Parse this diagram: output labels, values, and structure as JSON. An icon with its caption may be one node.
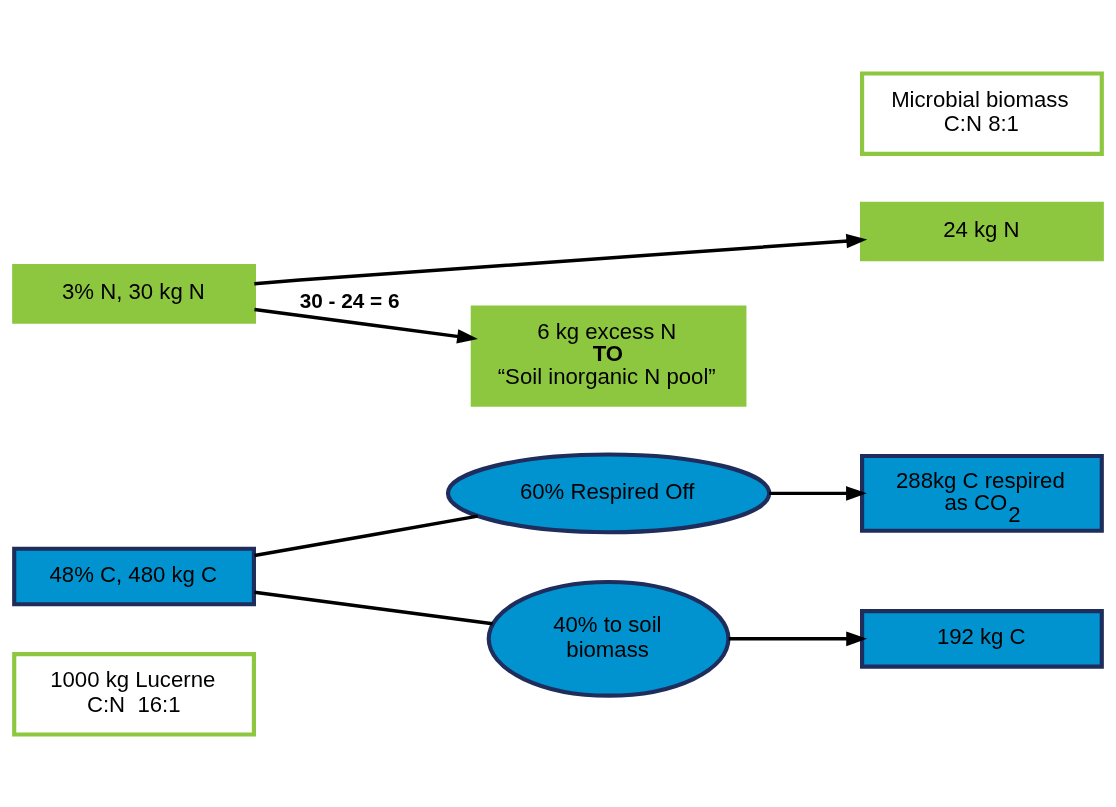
{
  "diagram": {
    "nodes": [
      {
        "text": [
          "1000 kg Lucerne C:N  16:1"
        ]
      },
      {
        "text": [
          "48% C, 480 kg C"
        ]
      },
      {
        "text": [
          "3% N, 30 kg N"
        ]
      },
      {
        "text": [
          "288kg C respired as CO$_{2}$"
        ]
      },
      {
        "text": [
          "60% Respired Off"
        ]
      },
      {
        "text": [
          "40% to soil biomass"
        ]
      },
      {
        "text": [
          "Microbial biomass C:N 8:1"
        ]
      },
      {
        "text": [
          "192 kg C"
        ]
      },
      {
        "text": [
          "24 kg N"
        ]
      },
      {
        "text": [
          "6 kg excess N **TO** “Soil inorganic N pool”"
        ]
      }
    ],
    "edges": [
      {
        "from": 1,
        "to": 4,
        "arrow": "none"
      },
      {
        "from": 4,
        "to": 3,
        "arrow": "to"
      },
      {
        "from": 1,
        "to": 5,
        "arrow": "none"
      },
      {
        "from": 5,
        "to": 7,
        "arrow": "to"
      },
      {
        "from": 2,
        "to": 8,
        "arrow": "to"
      },
      {
        "from": 2,
        "to": 9,
        "arrow": "to",
        "label": "30 - 24 = 6"
      }
    ]
  }
}
